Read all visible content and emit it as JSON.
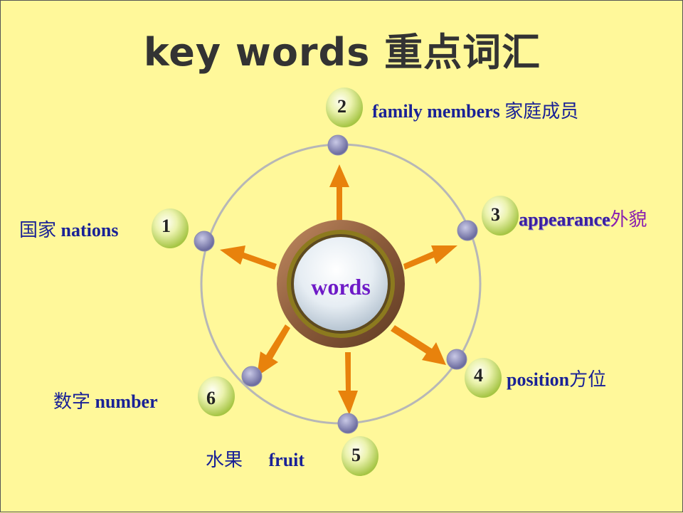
{
  "title": "key words 重点词汇",
  "colors": {
    "background": "#FFF89A",
    "arrow": "#E8820C",
    "label": "#1A2296",
    "center_text": "#6E1AC7",
    "appearance": "#3A1FA0",
    "appearance_zh": "#8A1FB0"
  },
  "center": {
    "label": "words"
  },
  "nodes": [
    {
      "num": "1",
      "en": "nations",
      "zh": "国家"
    },
    {
      "num": "2",
      "en": "family members",
      "zh": "家庭成员"
    },
    {
      "num": "3",
      "en": "appearance",
      "zh": "外貌"
    },
    {
      "num": "4",
      "en": "position",
      "zh": "方位"
    },
    {
      "num": "5",
      "en": "fruit",
      "zh": "水果"
    },
    {
      "num": "6",
      "en": "number",
      "zh": "数字"
    }
  ]
}
